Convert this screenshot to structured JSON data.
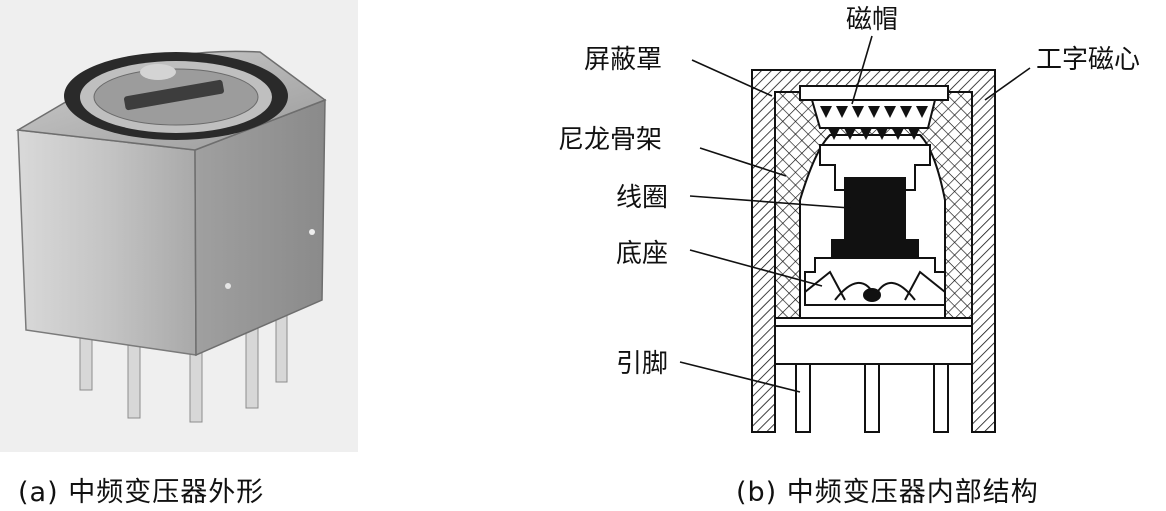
{
  "figure_a": {
    "caption": "(a) 中频变压器外形"
  },
  "figure_b": {
    "caption": "(b) 中频变压器内部结构",
    "labels": {
      "magnetic_cap": "磁帽",
      "shield": "屏蔽罩",
      "i_core": "工字磁心",
      "nylon_frame": "尼龙骨架",
      "coil": "线圈",
      "base": "底座",
      "pins": "引脚"
    }
  }
}
